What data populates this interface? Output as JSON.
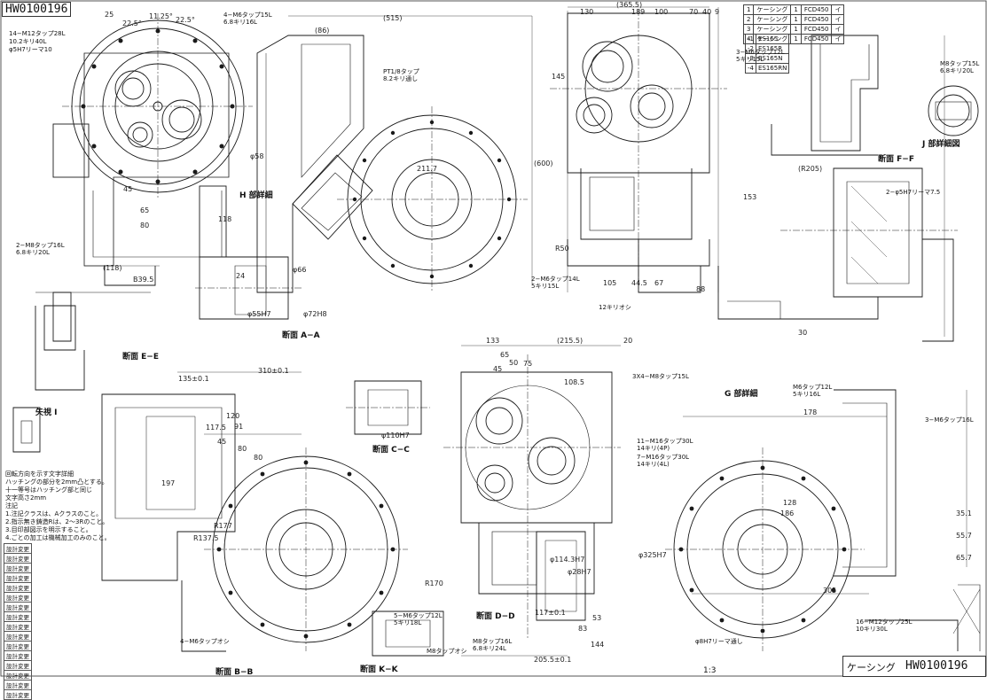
{
  "drawing_id": "HW0100196",
  "title_block": {
    "part_name": "ケーシング",
    "drawing_number": "HW0100196",
    "scale": "1:3"
  },
  "revision_table": [
    {
      "no": "1",
      "name": "ケーシング",
      "qty": "1",
      "material": "FCD450",
      "mark": "イ"
    },
    {
      "no": "2",
      "name": "ケーシング",
      "qty": "1",
      "material": "FCD450",
      "mark": "イ"
    },
    {
      "no": "3",
      "name": "ケーシング",
      "qty": "1",
      "material": "FCD450",
      "mark": "イ"
    },
    {
      "no": "4",
      "name": "ケーシング",
      "qty": "1",
      "material": "FCD450",
      "mark": "イ"
    }
  ],
  "material_table": [
    {
      "no": "-1",
      "model": "ES165"
    },
    {
      "no": "-2",
      "model": "ES165R"
    },
    {
      "no": "-3",
      "model": "ES165N"
    },
    {
      "no": "-4",
      "model": "ES165RN"
    }
  ],
  "section_labels": [
    "断面 A−A",
    "断面 B−B",
    "断面 C−C",
    "断面 D−D",
    "断面 E−E",
    "断面 F−F",
    "断面 K−K",
    "H 部詳細",
    "J 部詳細図",
    "G 部詳細",
    "矢視 I"
  ],
  "notes": {
    "inscription_title": "回転方向を示す文字詳細",
    "inscription_lines": [
      "ハッチングの部分を2mm凸とする。",
      "十一等号はハッチング部と同じ",
      "文字高さ2mm"
    ],
    "heading": "注記",
    "items": [
      "1.注記クラスは、Aクラスのこと。",
      "2.指示無き鋳造Rは、2〜3Rのこと。",
      "3.目印部図示を明示すること。",
      "4.ごとの加工は機械加工のみのこと。"
    ]
  },
  "change_rows": [
    "設計変更",
    "設計変更",
    "設計変更",
    "設計変更",
    "設計変更",
    "設計変更",
    "設計変更",
    "設計変更",
    "設計変更",
    "設計変更",
    "設計変更",
    "設計変更",
    "設計変更",
    "設計変更",
    "設計変更",
    "設計変更"
  ],
  "dimensions": {
    "top": [
      "(515)",
      "(365.5)",
      "(86)",
      "(600)",
      "211.7",
      "25",
      "22.5°",
      "11.25°",
      "22.5°",
      "130",
      "189",
      "100",
      "70",
      "40",
      "9",
      "145",
      "(R205)",
      "153",
      "80",
      "65",
      "45",
      "(118)",
      "B39.5",
      "118",
      "24",
      "R50",
      "105",
      "44.5",
      "67",
      "88",
      "30"
    ],
    "mid": [
      "(215.5)",
      "133",
      "20",
      "108.5",
      "75",
      "65",
      "45",
      "50",
      "120",
      "91",
      "135±0.1",
      "310±0.1",
      "117.5",
      "45",
      "80",
      "80",
      "197",
      "178",
      "128",
      "186",
      "305",
      "35.1",
      "55.7",
      "65.7"
    ],
    "bottom": [
      "117±0.1",
      "205.5±0.1",
      "144",
      "53",
      "83",
      "R177",
      "R137.5",
      "R170",
      "φ325H7",
      "φ114.3H7",
      "φ28H7",
      "φ110H7",
      "φ72H8",
      "φ66",
      "φ55H7",
      "φ58"
    ]
  },
  "callouts": [
    "14−M12タップ28L",
    "10.2キリ40L",
    "4−M6タップ15L",
    "6.8キリ16L",
    "PT1/8タップ",
    "8.2キリ通し",
    "2−M8タップ16L",
    "6.8キリ20L",
    "3−M6タップ12L",
    "5キリ15L",
    "M8タップ15L",
    "6.8キリ20L",
    "3X4−M8タップ15L",
    "11−M16タップ30L",
    "14キリ(4P)",
    "7−M16タップ30L",
    "14キリ(4L)",
    "16−M12タップ25L",
    "10キリ30L",
    "2−M6タップ14L",
    "5キリ15L",
    "M8タップ16L",
    "6.8キリ24L",
    "M6タップ12L",
    "5キリ16L",
    "5−M6タップ12L",
    "5キリ18L",
    "3−M6タップ16L",
    "12キリオシ",
    "4−M6タップオシ",
    "φ8H7リーマ通し",
    "2−φ5H7リーマ7.5",
    "φ5H7リーマ10",
    "M8タップオシ"
  ]
}
